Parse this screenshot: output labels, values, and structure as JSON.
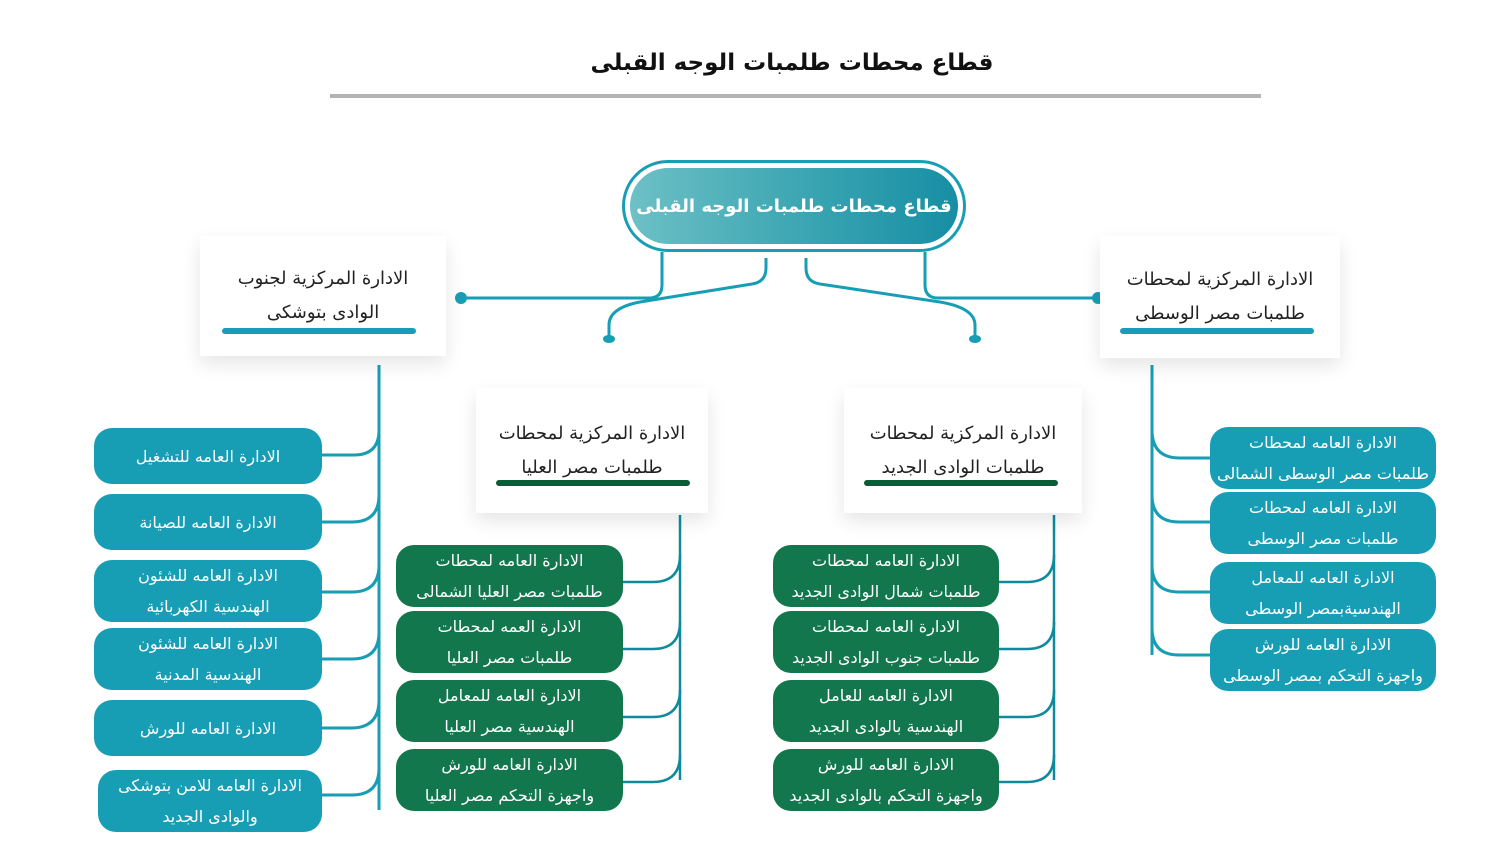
{
  "title": "قطاع محطات طلمبات الوجه القبلى",
  "root": {
    "label": "قطاع محطات طلمبات الوجه القبلى"
  },
  "departments": {
    "south": {
      "line1": "الادارة المركزية لجنوب",
      "line2": "الوادى بتوشكى"
    },
    "upper": {
      "line1": "الادارة المركزية لمحطات",
      "line2": "طلمبات مصر العليا"
    },
    "newvalley": {
      "line1": "الادارة المركزية لمحطات",
      "line2": "طلمبات الوادى الجديد"
    },
    "middle": {
      "line1": "الادارة المركزية لمحطات",
      "line2": "طلمبات مصر الوسطى"
    }
  },
  "south_units": [
    {
      "line1": "الادارة العامه للتشغيل",
      "line2": ""
    },
    {
      "line1": "الادارة العامه للصيانة",
      "line2": ""
    },
    {
      "line1": "الادارة العامه للشئون",
      "line2": "الهندسية الكهربائية"
    },
    {
      "line1": "الادارة العامه للشئون",
      "line2": "الهندسية المدنية"
    },
    {
      "line1": "الادارة العامه للورش",
      "line2": ""
    },
    {
      "line1": "الادارة العامه للامن بتوشكى",
      "line2": "والوادى الجديد"
    }
  ],
  "upper_units": [
    {
      "line1": "الادارة العامه لمحطات",
      "line2": "طلمبات مصر العليا الشمالى"
    },
    {
      "line1": "الادارة العمه لمحطات",
      "line2": "طلمبات مصر العليا"
    },
    {
      "line1": "الادارة العامه للمعامل",
      "line2": "الهندسية مصر العليا"
    },
    {
      "line1": "الادارة العامه للورش",
      "line2": "واجهزة التحكم مصر العليا"
    }
  ],
  "newvalley_units": [
    {
      "line1": "الادارة العامه لمحطات",
      "line2": "طلمبات شمال الوادى الجديد"
    },
    {
      "line1": "الادارة العامه لمحطات",
      "line2": "طلمبات جنوب الوادى الجديد"
    },
    {
      "line1": "الادارة العامه للعامل",
      "line2": "الهندسية بالوادى الجديد"
    },
    {
      "line1": "الادارة العامه للورش",
      "line2": "واجهزة التحكم بالوادى الجديد"
    }
  ],
  "middle_units": [
    {
      "line1": "الادارة العامه لمحطات",
      "line2": "طلمبات مصر الوسطى الشمالى"
    },
    {
      "line1": "الادارة العامه لمحطات",
      "line2": "طلمبات مصر الوسطى"
    },
    {
      "line1": "الادارة العامه للمعامل",
      "line2": "الهندسيةبمصر الوسطى"
    },
    {
      "line1": "الادارة العامه للورش",
      "line2": "واجهزة التحكم بمصر الوسطى"
    }
  ],
  "colors": {
    "teal": "#179eb5",
    "green": "#12774d",
    "dark_green": "#0d5b36"
  }
}
